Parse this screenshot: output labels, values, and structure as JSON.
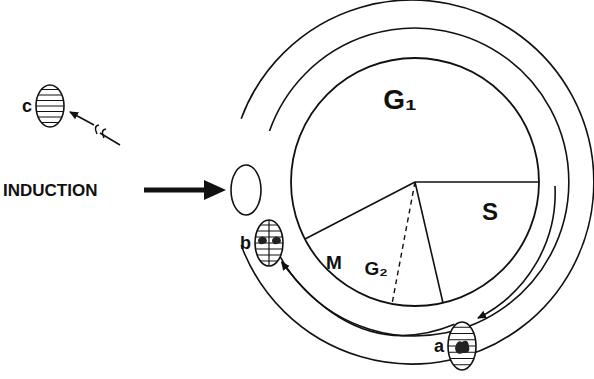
{
  "diagram": {
    "nodes": [
      {
        "text": [
          "c"
        ]
      },
      {
        "text": [
          "b"
        ]
      },
      {
        "text": [
          "a"
        ]
      }
    ],
    "edges": [
      {
        "from": 2,
        "to": 1,
        "arrow": "to"
      }
    ],
    "labels": [
      "G₁",
      "S",
      "M",
      "G₂",
      "INDUCTION"
    ]
  }
}
